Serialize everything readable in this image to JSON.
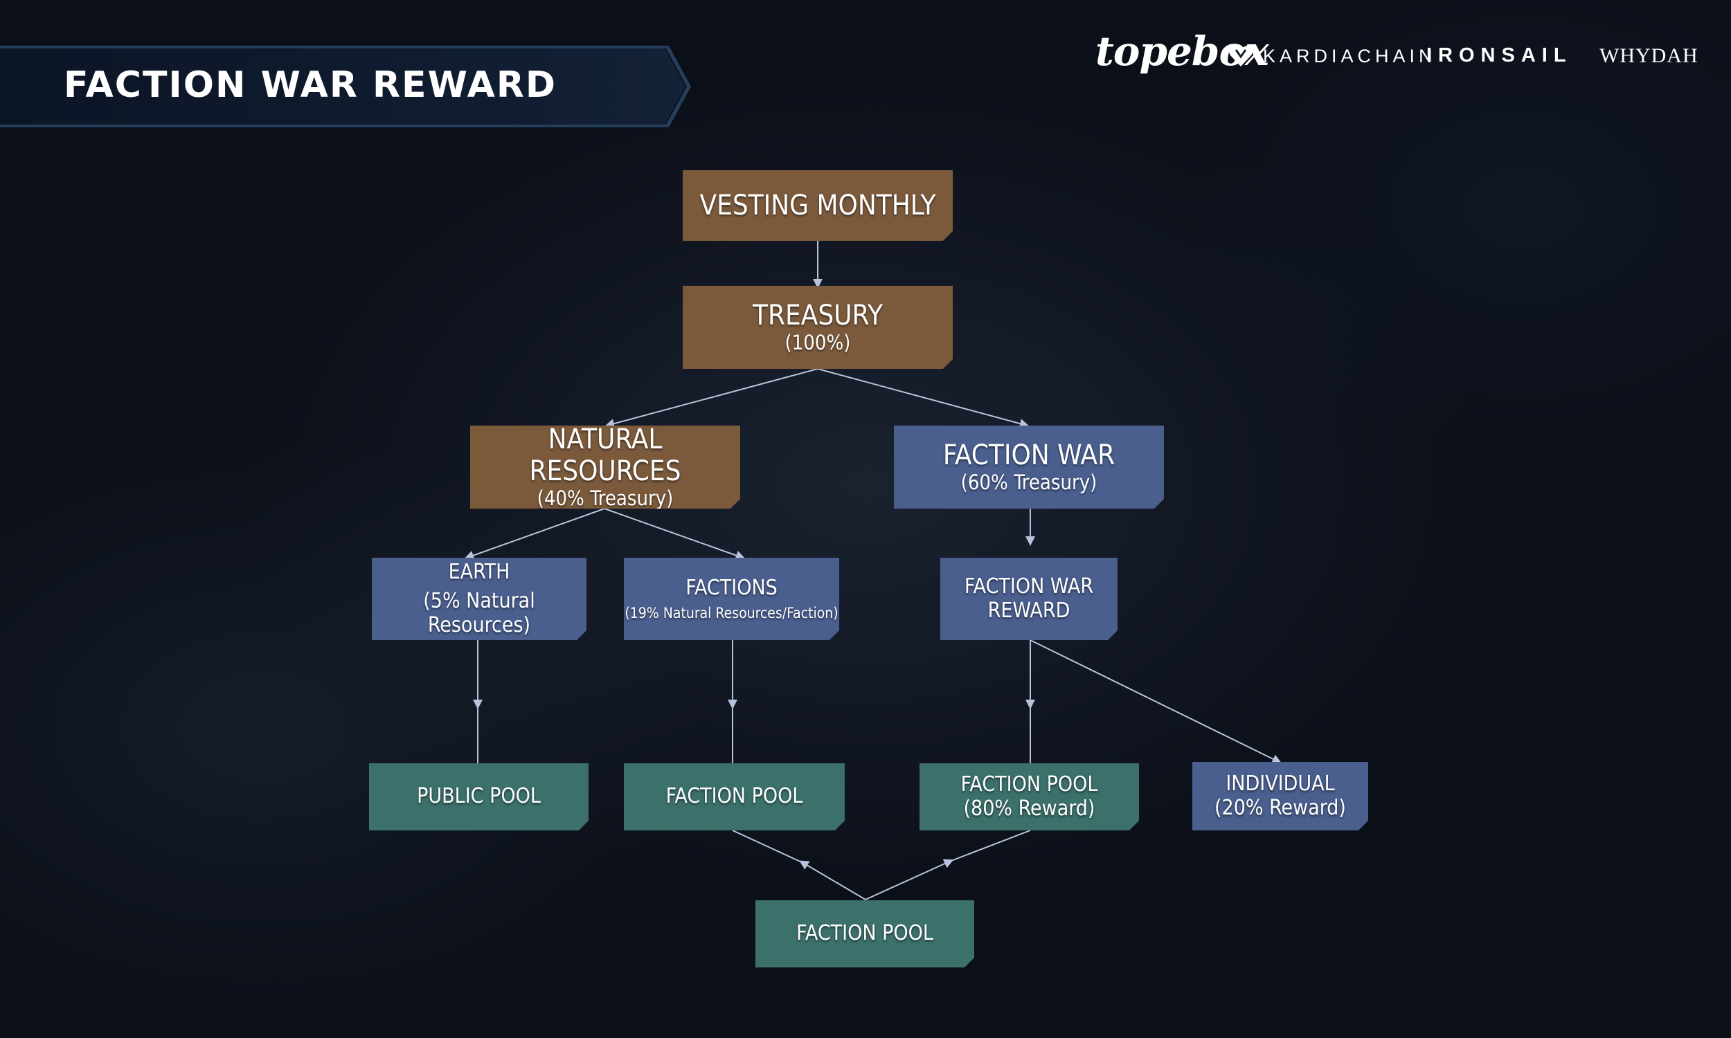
{
  "header": {
    "title": "FACTION WAR REWARD"
  },
  "brands": {
    "topebox": "topebox",
    "kardiachain": "KARDIACHAIN",
    "ironsail": "IRONSAIL",
    "whydah": "WHYDAH"
  },
  "colors": {
    "brown": "#7b5a3c",
    "blue": "#4a5f8e",
    "teal": "#3b706b",
    "connector": "#b7c4dc"
  },
  "nodes": {
    "vesting": {
      "label": "VESTING MONTHLY"
    },
    "treasury": {
      "label": "TREASURY",
      "sub": "(100%)"
    },
    "natural_resources": {
      "label": "NATURAL RESOURCES",
      "sub": "(40% Treasury)"
    },
    "faction_war": {
      "label": "FACTION WAR",
      "sub": "(60% Treasury)"
    },
    "earth": {
      "label": "EARTH",
      "sub": "(5% Natural Resources)"
    },
    "factions": {
      "label": "FACTIONS",
      "sub": "(19% Natural Resources/Faction)"
    },
    "faction_war_reward": {
      "line1": "FACTION WAR",
      "line2": "REWARD"
    },
    "public_pool": {
      "label": "PUBLIC POOL"
    },
    "faction_pool_left": {
      "label": "FACTION POOL"
    },
    "faction_pool_reward": {
      "label": "FACTION POOL",
      "sub": "(80% Reward)"
    },
    "individual": {
      "label": "INDIVIDUAL",
      "sub": "(20% Reward)"
    },
    "faction_pool_bottom": {
      "label": "FACTION POOL"
    }
  }
}
